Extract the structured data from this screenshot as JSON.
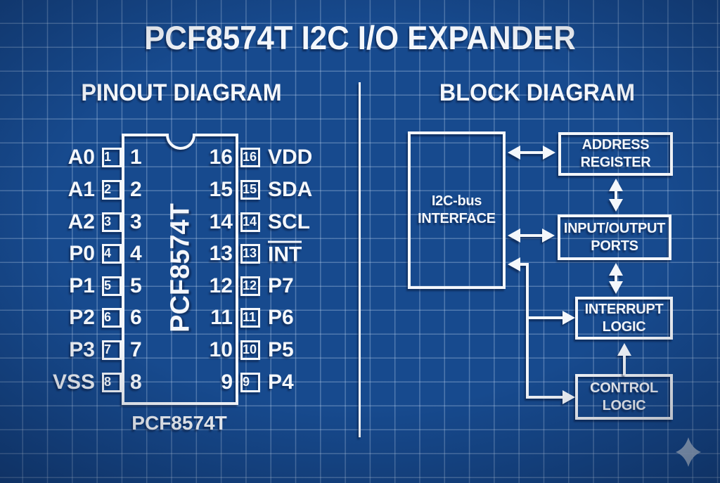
{
  "title": "PCF8574T I2C I/O EXPANDER",
  "pinout": {
    "heading": "PINOUT DIAGRAM",
    "chip_name_vertical": "PCF8574T",
    "chip_caption": "PCF8574T",
    "rows": [
      {
        "left_label": "A0",
        "left_pin": "1",
        "left_num": "1",
        "right_num": "16",
        "right_pin": "16",
        "right_label": "VDD",
        "right_overline": false
      },
      {
        "left_label": "A1",
        "left_pin": "2",
        "left_num": "2",
        "right_num": "15",
        "right_pin": "15",
        "right_label": "SDA",
        "right_overline": false
      },
      {
        "left_label": "A2",
        "left_pin": "3",
        "left_num": "3",
        "right_num": "14",
        "right_pin": "14",
        "right_label": "SCL",
        "right_overline": false
      },
      {
        "left_label": "P0",
        "left_pin": "4",
        "left_num": "4",
        "right_num": "13",
        "right_pin": "13",
        "right_label": "INT",
        "right_overline": true
      },
      {
        "left_label": "P1",
        "left_pin": "5",
        "left_num": "5",
        "right_num": "12",
        "right_pin": "12",
        "right_label": "P7",
        "right_overline": false
      },
      {
        "left_label": "P2",
        "left_pin": "6",
        "left_num": "6",
        "right_num": "11",
        "right_pin": "11",
        "right_label": "P6",
        "right_overline": false
      },
      {
        "left_label": "P3",
        "left_pin": "7",
        "left_num": "7",
        "right_num": "10",
        "right_pin": "10",
        "right_label": "P5",
        "right_overline": false
      },
      {
        "left_label": "VSS",
        "left_pin": "8",
        "left_num": "8",
        "right_num": "9",
        "right_pin": "9",
        "right_label": "P4",
        "right_overline": false
      }
    ]
  },
  "block": {
    "heading": "BLOCK DIAGRAM",
    "interface": {
      "line1": "I2C-bus",
      "line2": "INTERFACE"
    },
    "address_register": {
      "line1": "ADDRESS",
      "line2": "REGISTER"
    },
    "io_ports": {
      "line1": "INPUT/OUTPUT",
      "line2": "PORTS"
    },
    "interrupt_logic": {
      "line1": "INTERRUPT",
      "line2": "LOGIC"
    },
    "control_logic": {
      "line1": "CONTROL",
      "line2": "LOGIC"
    }
  },
  "colors": {
    "background": "#174a8e",
    "grid_line": "#4e77ad",
    "line_and_text": "#f4f7fb",
    "shadow": "#051434",
    "sparkle": "#a9bcd4"
  },
  "icons": {
    "sparkle": "sparkle-icon",
    "chip_notch": "chip-notch-icon"
  }
}
